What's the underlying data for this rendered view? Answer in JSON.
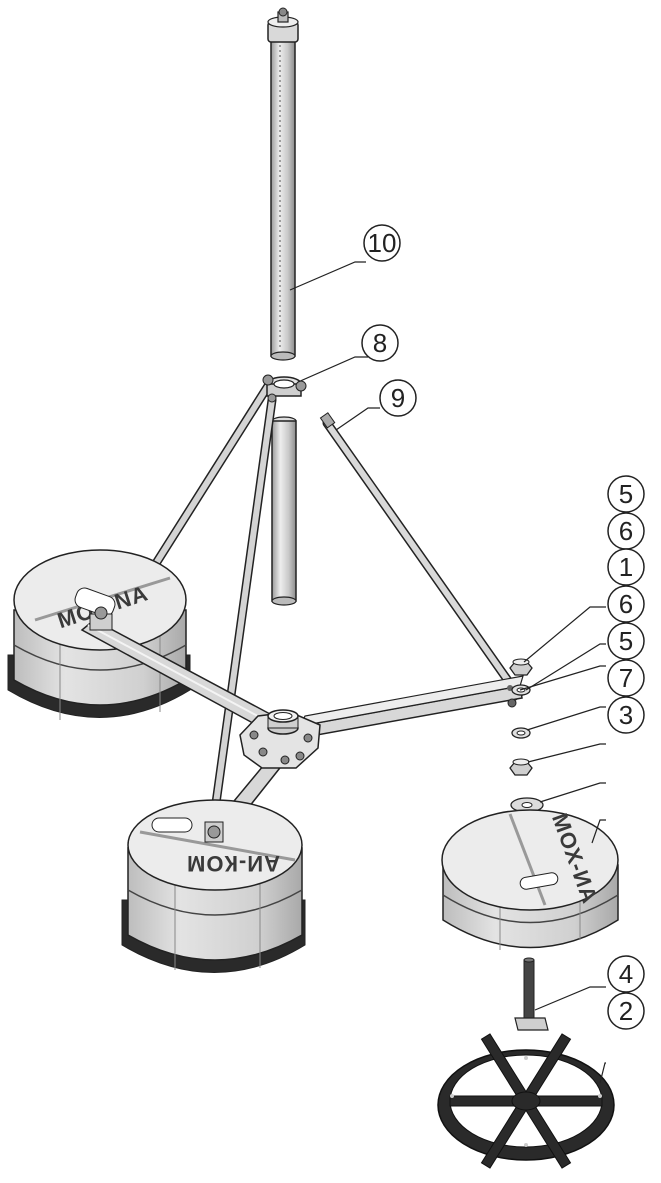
{
  "diagram": {
    "callouts": [
      {
        "id": "c10",
        "label": "10"
      },
      {
        "id": "c8",
        "label": "8"
      },
      {
        "id": "c9",
        "label": "9"
      },
      {
        "id": "c5a",
        "label": "5"
      },
      {
        "id": "c6a",
        "label": "6"
      },
      {
        "id": "c1",
        "label": "1"
      },
      {
        "id": "c6b",
        "label": "6"
      },
      {
        "id": "c5b",
        "label": "5"
      },
      {
        "id": "c7",
        "label": "7"
      },
      {
        "id": "c3",
        "label": "3"
      },
      {
        "id": "c4",
        "label": "4"
      },
      {
        "id": "c2",
        "label": "2"
      }
    ],
    "ballast_markings": {
      "left": "АИ-КОМ",
      "bottom": "АИ-КОМ",
      "right": "МОХ-ИА"
    },
    "colors": {
      "line": "#222222",
      "metal_light": "#e6e6e6",
      "metal_mid": "#c9c9c9",
      "metal_dark": "#9a9a9a",
      "ballast_top": "#e9e9e9",
      "ballast_side": "#d4d4d4",
      "base_rubber": "#2a2a2a"
    }
  }
}
